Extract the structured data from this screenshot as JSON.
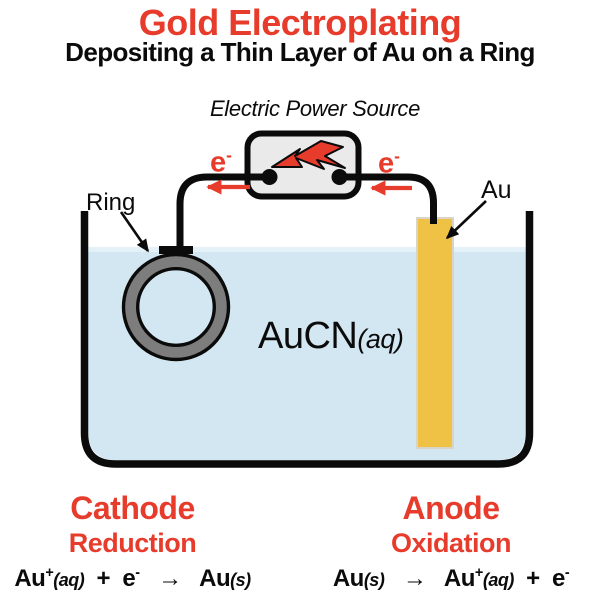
{
  "header": {
    "title": "Gold Electroplating",
    "subtitle": "Depositing a Thin Layer of Au on a Ring"
  },
  "diagram": {
    "power_source_label": "Electric Power Source",
    "electron_label": [
      {
        "t": "e"
      },
      {
        "t": "-",
        "s": 1
      }
    ],
    "ring_label": "Ring",
    "gold_label": "Au",
    "solution_label": [
      {
        "t": "AuCN"
      },
      {
        "t": "(aq)",
        "i": 1
      }
    ]
  },
  "cathode": {
    "title": "Cathode",
    "subtitle": "Reduction",
    "equation": [
      {
        "t": "Au"
      },
      {
        "t": "+",
        "s": 1
      },
      {
        "t": "(aq)",
        "i": 1
      },
      {
        "t": "  +  e"
      },
      {
        "t": "-",
        "s": 1
      },
      {
        "t": "   →   Au"
      },
      {
        "t": "(s)",
        "i": 1
      }
    ]
  },
  "anode": {
    "title": "Anode",
    "subtitle": "Oxidation",
    "equation": [
      {
        "t": "Au"
      },
      {
        "t": "(s)",
        "i": 1
      },
      {
        "t": "   →   Au"
      },
      {
        "t": "+",
        "s": 1
      },
      {
        "t": "(aq)",
        "i": 1
      },
      {
        "t": "  +  e"
      },
      {
        "t": "-",
        "s": 1
      }
    ]
  },
  "icons": {
    "power_source": "lightning-icon",
    "electron_flow": "left-arrow-icon"
  },
  "colors": {
    "accent_red": "#E73B2C",
    "gold_electrode": "#EFC145",
    "solution_water": "#D3E7F2",
    "ring_gray": "#7D7D7D",
    "power_box_gray": "#EAEAEA",
    "outline_black": "#0B0B0B"
  }
}
